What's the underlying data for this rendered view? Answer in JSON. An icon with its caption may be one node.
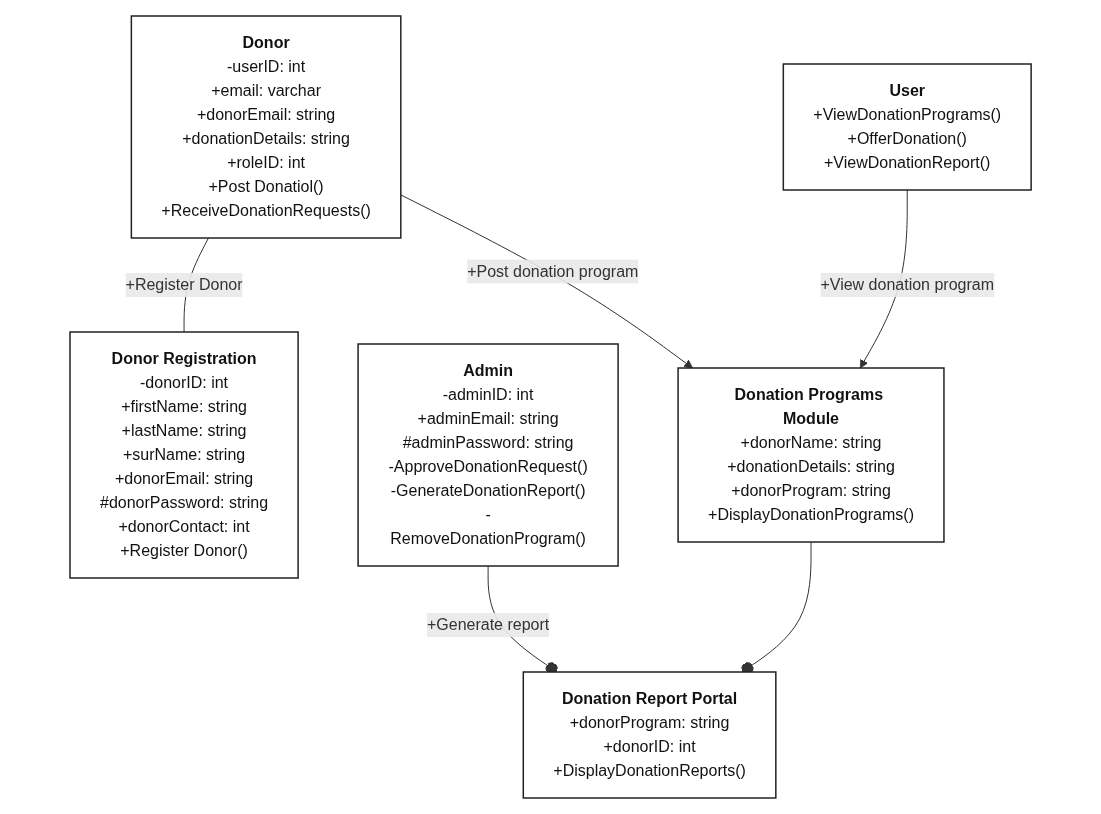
{
  "diagram": {
    "nodes": [
      {
        "text": [
          "Donor",
          "-userID: int",
          "+email: varchar",
          "+donorEmail: string",
          "+donationDetails: string",
          "+roleID: int",
          "+Post Donatiol()",
          "+ReceiveDonationRequests()"
        ]
      },
      {
        "text": [
          "Donor Registration",
          "-donorID: int",
          "+firstName: string",
          "+lastName: string",
          "+surName: string",
          "+donorEmail: string",
          "#donorPassword: string",
          "+donorContact: int",
          "+Register Donor()"
        ]
      },
      {
        "text": [
          "Admin",
          "-adminID: int",
          "+adminEmail: string",
          "#adminPassword: string",
          "-ApproveDonationRequest()",
          "-GenerateDonationReport()",
          "-RemoveDonationProgram()"
        ]
      },
      {
        "text": [
          "User",
          "+ViewDonationPrograms()",
          "+OfferDonation()",
          "+ViewDonationReport()"
        ]
      },
      {
        "text": [
          "Donation Report Portal",
          "+donorProgram: string",
          "+donorID: int",
          "+DisplayDonationReports()"
        ]
      },
      {
        "text": [
          "Donation Programs Module",
          "+donorName: string",
          "+donationDetails: string",
          "+donorProgram: string",
          "+DisplayDonationPrograms()"
        ]
      }
    ],
    "edges": [
      {
        "from": 0,
        "to": 1,
        "arrow": "none",
        "label": "+Register Donor"
      },
      {
        "from": 0,
        "to": 5,
        "arrow": "to",
        "label": "+Post donation program"
      },
      {
        "from": 3,
        "to": 5,
        "arrow": "to",
        "label": "+View donation program"
      },
      {
        "from": 2,
        "to": 4,
        "arrow": "other",
        "label": "+Generate report"
      },
      {
        "from": 5,
        "to": 4,
        "arrow": "other"
      }
    ]
  }
}
